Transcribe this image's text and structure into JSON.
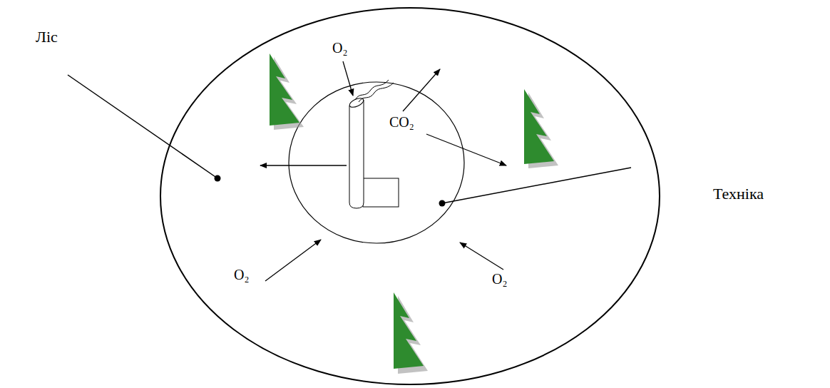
{
  "diagram": {
    "labels": [
      "Ліс",
      "O₂",
      "CO₂",
      "Техніка",
      "O₂",
      "O₂"
    ]
  }
}
